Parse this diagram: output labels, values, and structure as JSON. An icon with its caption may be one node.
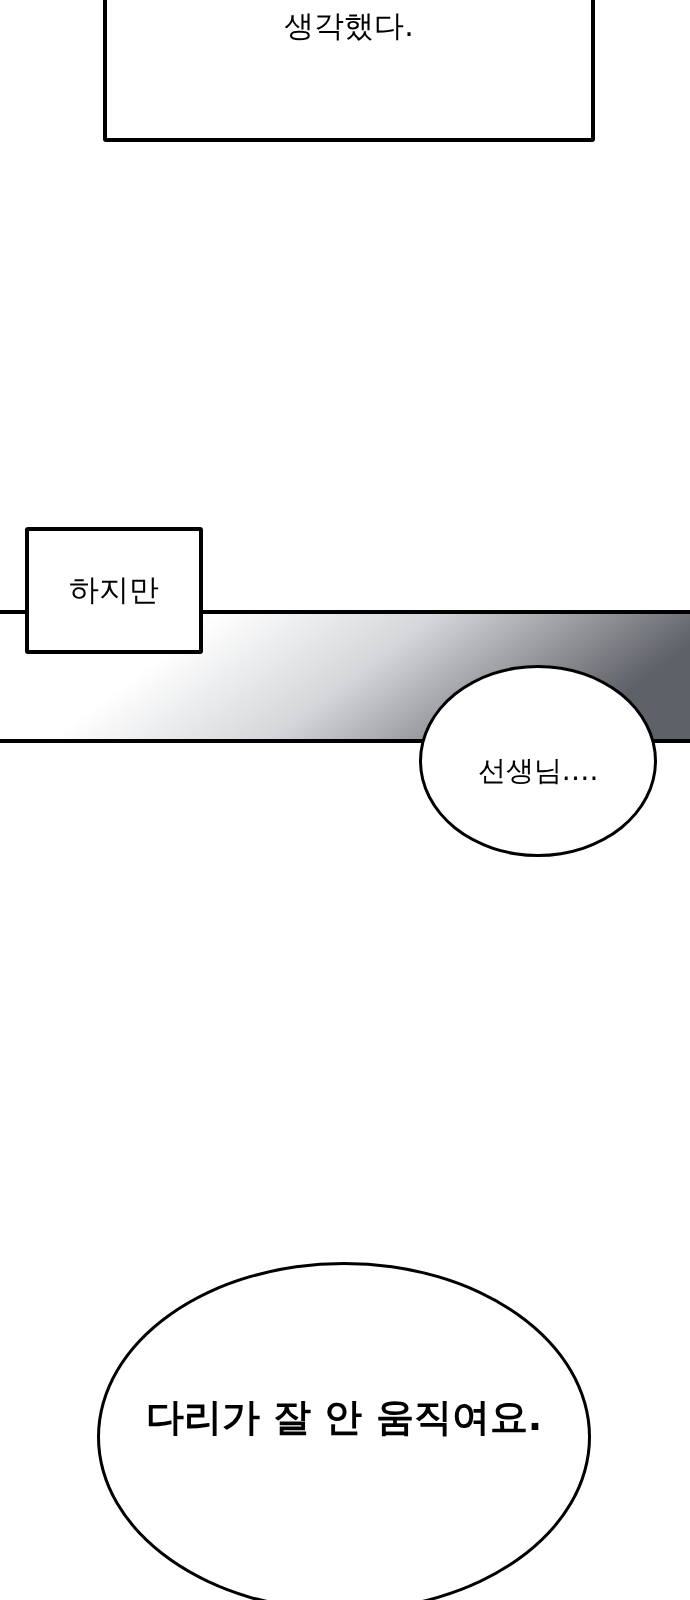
{
  "diagram": {
    "nodes": [
      {
        "text": [
          "생각했다."
        ]
      },
      {
        "text": [
          "하지만"
        ]
      },
      {
        "text": [
          "선생님…."
        ]
      },
      {
        "text": [
          "다리가 잘 안 움직여요."
        ]
      }
    ],
    "edges": []
  }
}
